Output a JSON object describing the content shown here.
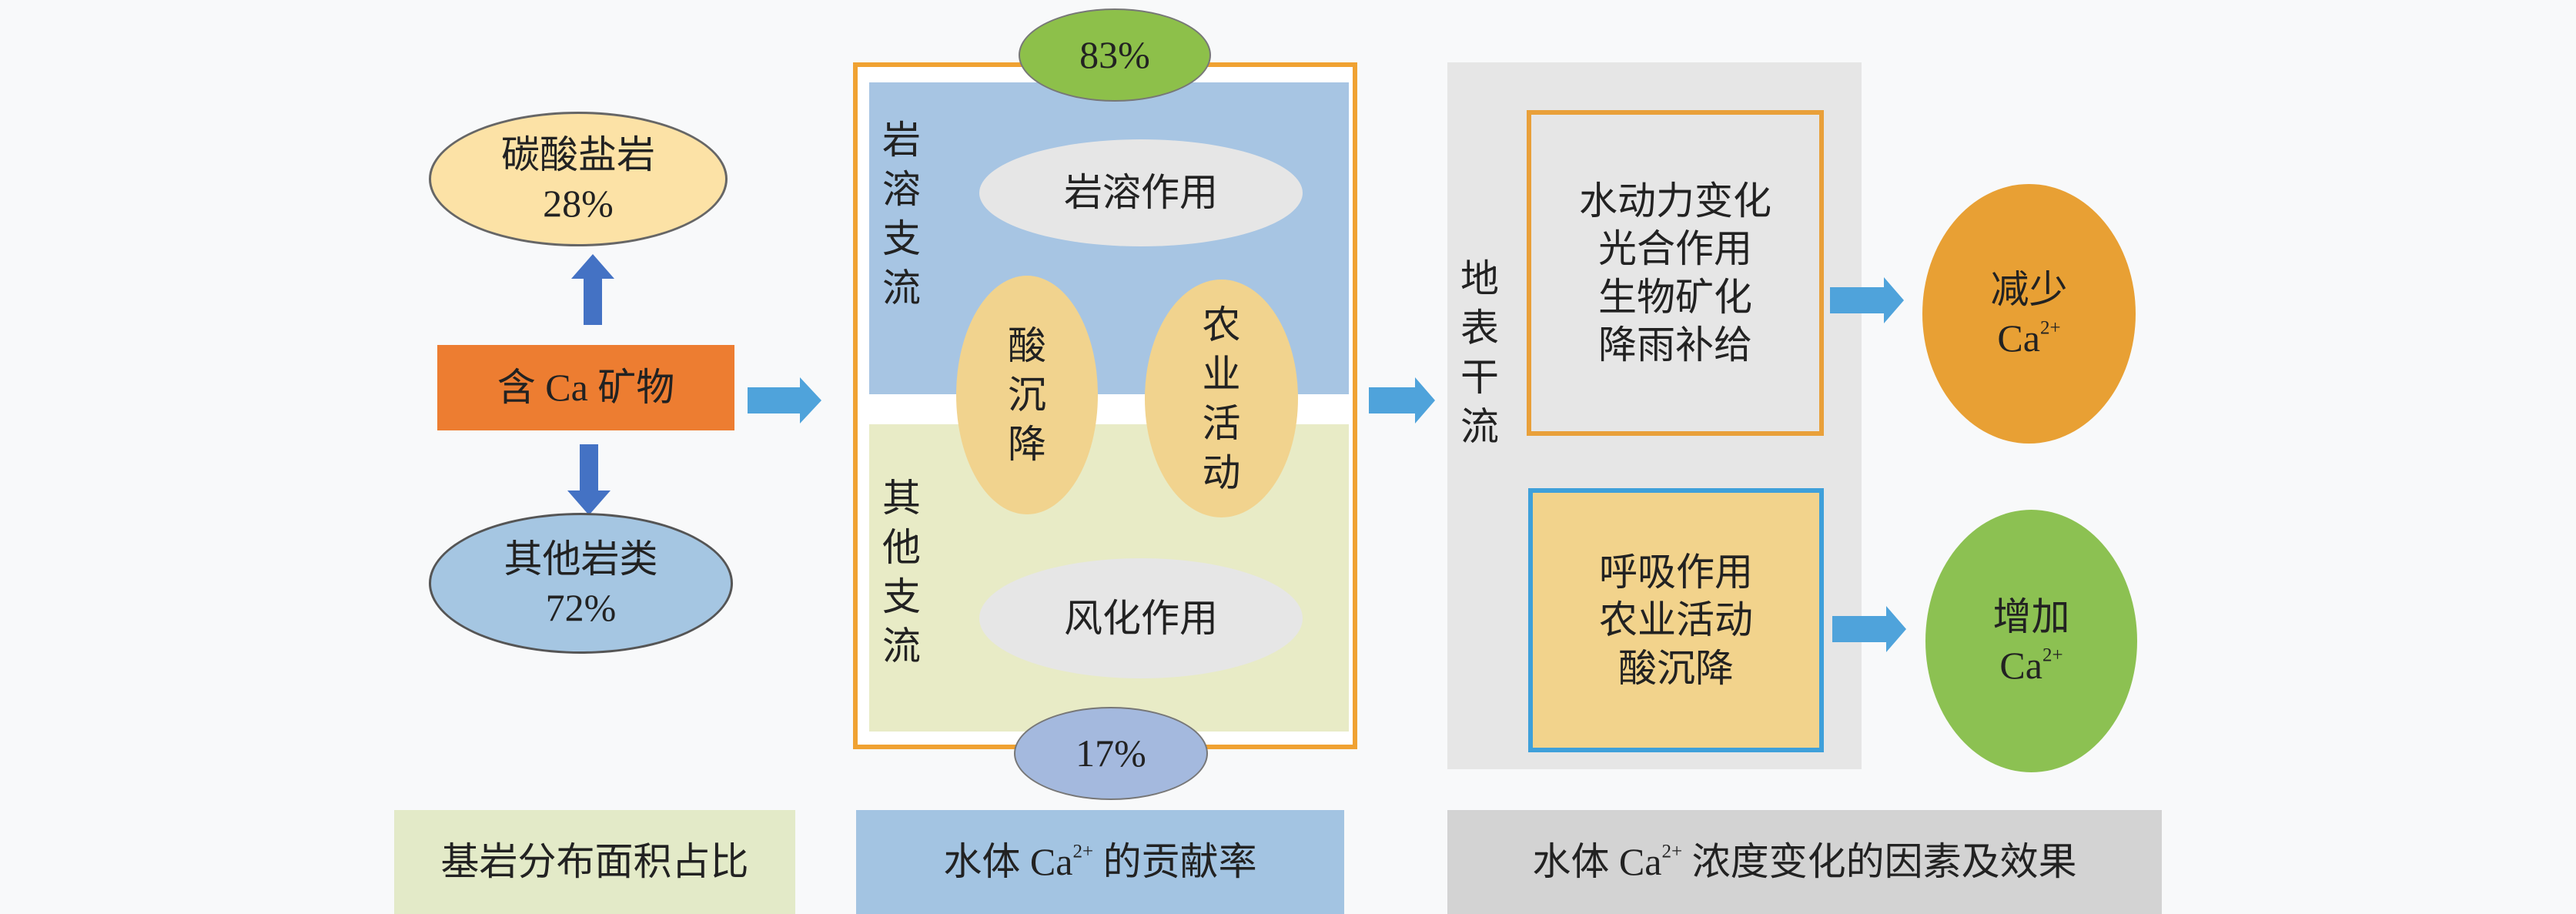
{
  "left": {
    "carbonate": {
      "name": "碳酸盐岩",
      "pct": "28%"
    },
    "mineral": "含 Ca 矿物",
    "other_rock": {
      "name": "其他岩类",
      "pct": "72%"
    },
    "caption": "基岩分布面积占比"
  },
  "middle": {
    "top_pct": "83%",
    "bottom_pct": "17%",
    "karst_branch": "岩溶支流",
    "other_branch": "其他支流",
    "karst_process": "岩溶作用",
    "acid_rain": "酸沉降",
    "agriculture": "农业活动",
    "weathering": "风化作用",
    "caption": {
      "pre": "水体 Ca",
      "sup": "2+",
      "post": " 的贡献率"
    }
  },
  "right": {
    "mainstream": "地表干流",
    "decrease_factors": [
      "水动力变化",
      "光合作用",
      "生物矿化",
      "降雨补给"
    ],
    "increase_factors": [
      "呼吸作用",
      "农业活动",
      "酸沉降"
    ],
    "decrease": {
      "label": "减少",
      "ion": "Ca",
      "charge": "2+"
    },
    "increase": {
      "label": "增加",
      "ion": "Ca",
      "charge": "2+"
    },
    "caption": {
      "pre": "水体 Ca",
      "sup": "2+",
      "post": " 浓度变化的因素及效果"
    }
  },
  "colors": {
    "orange": "#ED7D31",
    "blue_arrow": "#4472C4",
    "light_arrow": "#4FA3DB"
  }
}
